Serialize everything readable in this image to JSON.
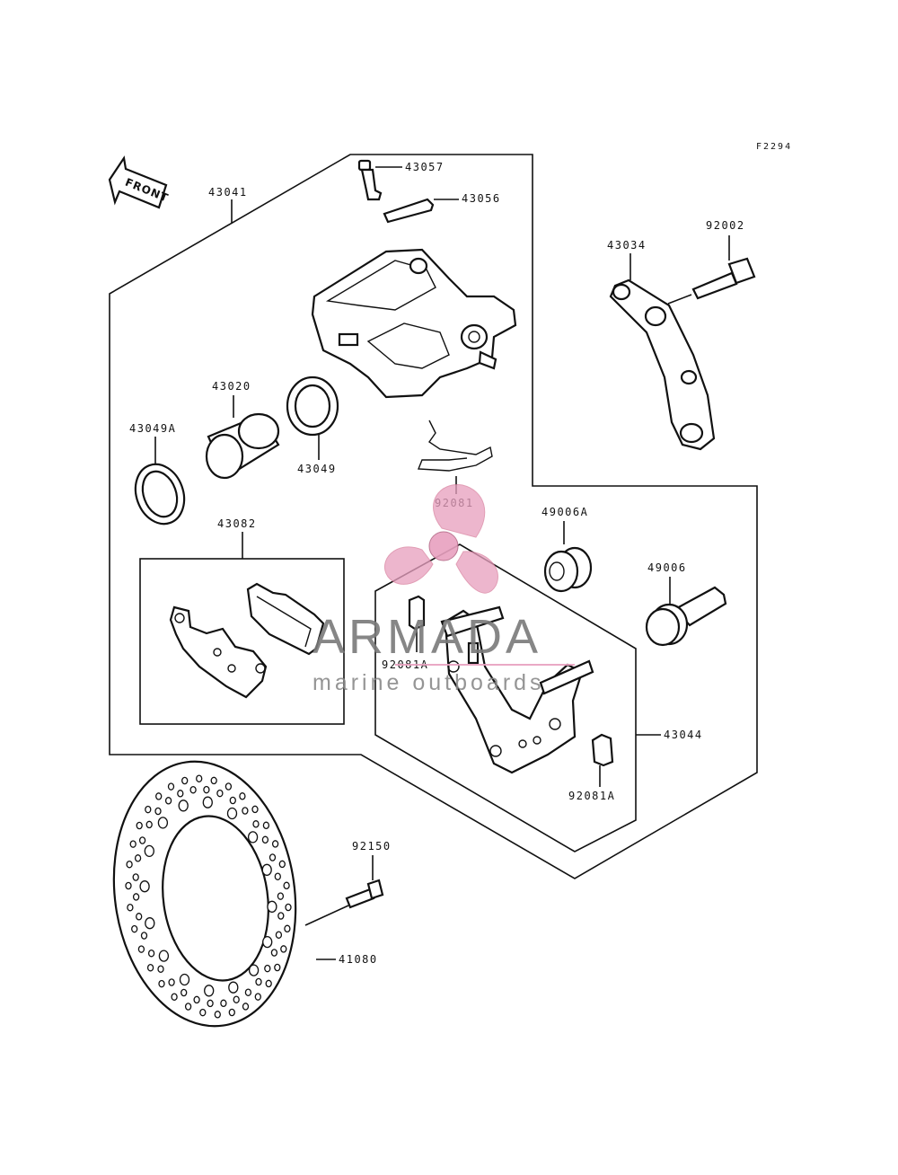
{
  "figure_code": "F2294",
  "front_label": "FRONT",
  "parts": {
    "p43041": "43041",
    "p43057": "43057",
    "p43056": "43056",
    "p43034": "43034",
    "p92002": "92002",
    "p43020": "43020",
    "p43049A": "43049A",
    "p43049": "43049",
    "p92081": "92081",
    "p43082": "43082",
    "p49006A": "49006A",
    "p49006": "49006",
    "p92081A_left": "92081A",
    "p43044": "43044",
    "p92081A_right": "92081A",
    "p92150": "92150",
    "p41080": "41080"
  },
  "watermark": {
    "title": "ARMADA",
    "subtitle": "marine outboards",
    "color": "#e8a0bf"
  }
}
